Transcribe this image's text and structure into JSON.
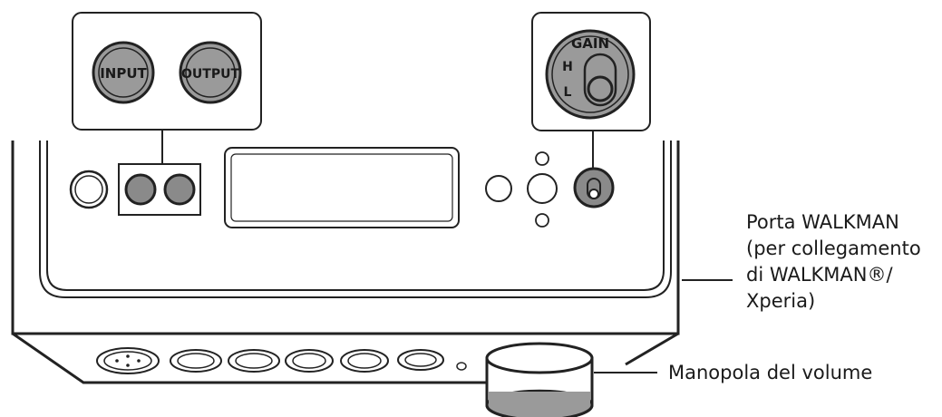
{
  "callouts": {
    "input_label": "INPUT",
    "output_label": "OUTPUT",
    "gain_label": "GAIN",
    "gain_high": "H",
    "gain_low": "L"
  },
  "labels": {
    "walkman_port": [
      "Porta WALKMAN",
      "(per collegamento",
      "di WALKMAN®/",
      "Xperia)"
    ],
    "volume_knob": "Manopola del volume"
  }
}
